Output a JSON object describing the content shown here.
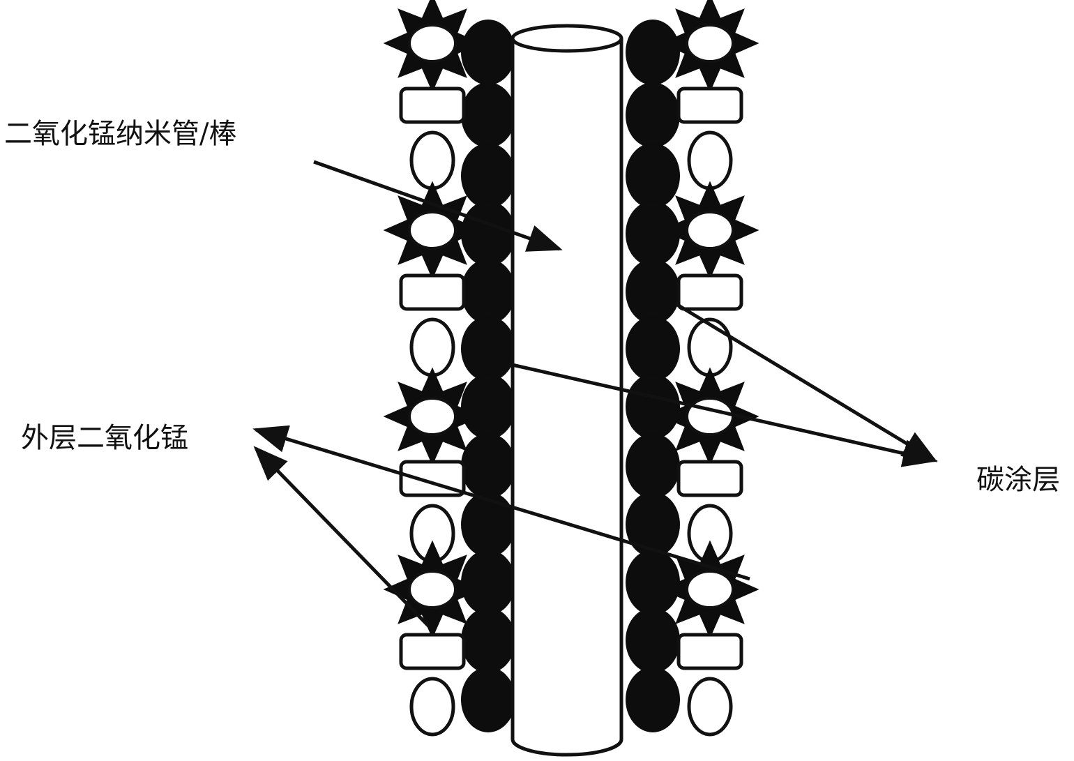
{
  "labels": {
    "nanotube": "二氧化锰纳米管/棒",
    "outer_mno2": "外层二氧化锰",
    "carbon_coating": "碳涂层"
  },
  "colors": {
    "line": "#111111",
    "fill_dark": "#0d0d0d",
    "fill_light": "#ffffff"
  },
  "icons": {
    "outer_particles": [
      "star-particle-icon",
      "rounded-rect-particle-icon",
      "oval-particle-icon"
    ],
    "carbon_particles": "black-ball-icon"
  }
}
